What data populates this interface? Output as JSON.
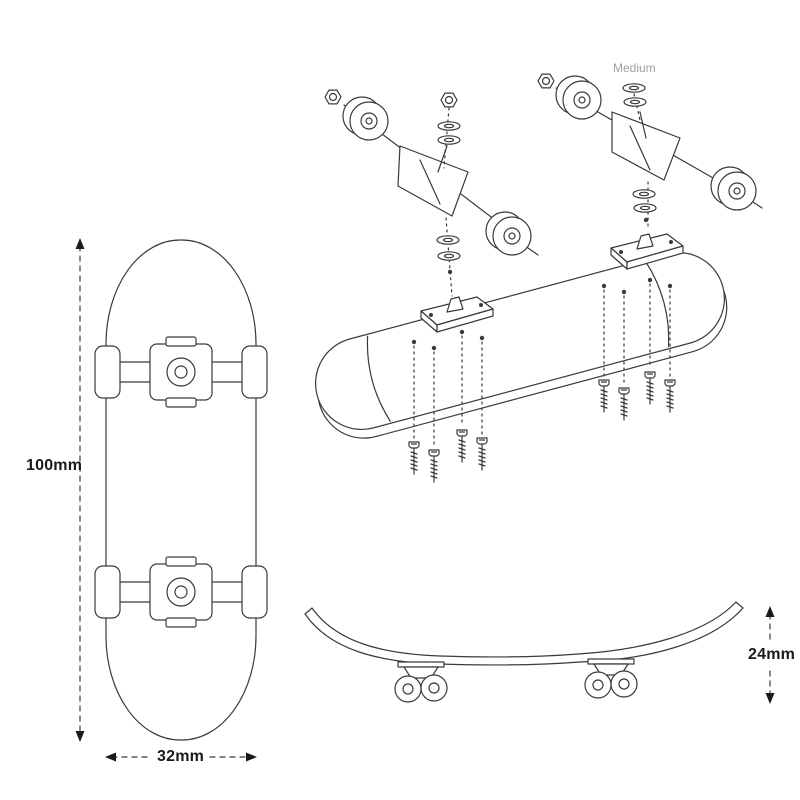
{
  "diagram": {
    "type": "technical-line-drawing",
    "subject": "fingerboard (finger skateboard) dimensions and exploded truck assembly",
    "views": {
      "top_view": {
        "length_label": "100mm",
        "width_label": "32mm"
      },
      "side_view": {
        "height_label": "24mm"
      },
      "exploded_view": {
        "truck_size_label": "Medium"
      }
    },
    "colors": {
      "line": "#3a3a3a",
      "dim_text": "#1a1a1a",
      "muted_text": "#9e9e9e",
      "background": "#ffffff"
    }
  }
}
